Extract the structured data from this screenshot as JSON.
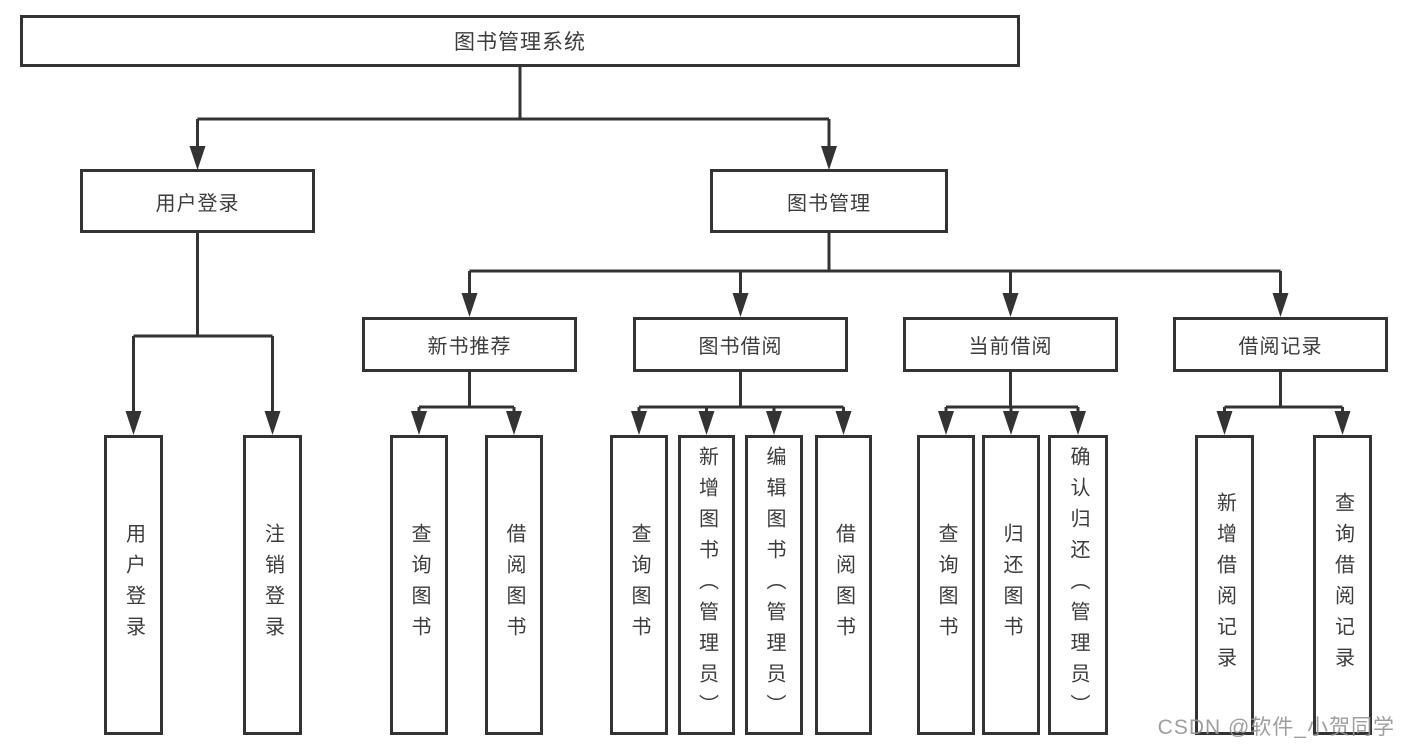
{
  "diagram": {
    "title": "图书管理系统",
    "children": [
      {
        "label": "用户登录",
        "children": [
          {
            "label": "用户登录"
          },
          {
            "label": "注销登录"
          }
        ]
      },
      {
        "label": "图书管理",
        "children": [
          {
            "label": "新书推荐",
            "children": [
              {
                "label": "查询图书"
              },
              {
                "label": "借阅图书"
              }
            ]
          },
          {
            "label": "图书借阅",
            "children": [
              {
                "label": "查询图书"
              },
              {
                "label": "新增图书（管理员）"
              },
              {
                "label": "编辑图书（管理员）"
              },
              {
                "label": "借阅图书"
              }
            ]
          },
          {
            "label": "当前借阅",
            "children": [
              {
                "label": "查询图书"
              },
              {
                "label": "归还图书"
              },
              {
                "label": "确认归还（管理员）"
              }
            ]
          },
          {
            "label": "借阅记录",
            "children": [
              {
                "label": "新增借阅记录"
              },
              {
                "label": "查询借阅记录"
              }
            ]
          }
        ]
      }
    ]
  },
  "colors": {
    "line": "#333333",
    "text": "#3c3c3c",
    "watermark": "#969696"
  },
  "watermark": "CSDN @软件_小贺同学"
}
